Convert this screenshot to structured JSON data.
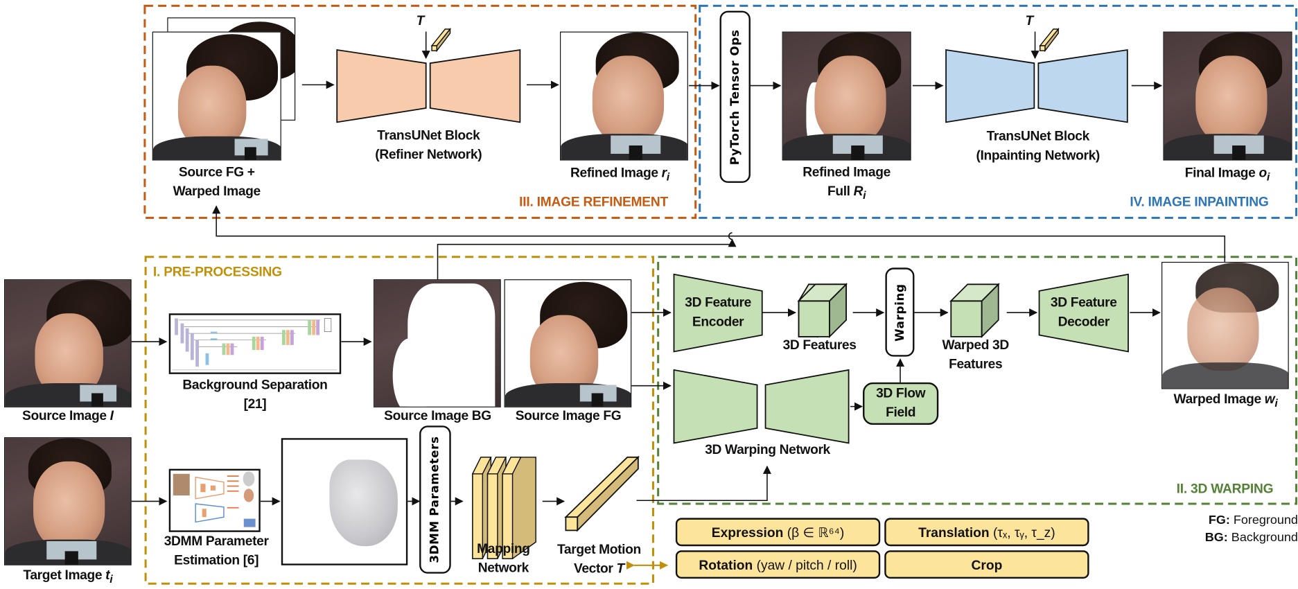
{
  "sections": {
    "preprocessing": {
      "title": "I. PRE-PROCESSING",
      "color": "#c09008"
    },
    "warping": {
      "title": "II. 3D WARPING",
      "color": "#538135"
    },
    "refinement": {
      "title": "III. IMAGE REFINEMENT",
      "color": "#c55a11"
    },
    "inpainting": {
      "title": "IV. IMAGE INPAINTING",
      "color": "#2e75b6"
    }
  },
  "nodes": {
    "source_image": {
      "label": "Source Image ",
      "var": "I"
    },
    "target_image": {
      "label": "Target Image ",
      "var": "t",
      "sub": "i"
    },
    "background_separation": {
      "line1": "Background Separation",
      "line2": "[21]"
    },
    "source_bg": {
      "label": "Source Image BG"
    },
    "source_fg": {
      "label": "Source Image FG"
    },
    "dmm_estimation": {
      "line1": "3DMM Parameter",
      "line2": "Estimation [6]"
    },
    "dmm_parameters": {
      "label": "3DMM Parameters"
    },
    "mapping_network": {
      "line1": "Mapping",
      "line2": "Network"
    },
    "target_motion": {
      "line1": "Target Motion",
      "line2": "Vector ",
      "var": "T"
    },
    "feature_encoder": {
      "line1": "3D Feature",
      "line2": "Encoder"
    },
    "features_3d": {
      "label": "3D Features"
    },
    "warping_op": {
      "label": "Warping"
    },
    "warped_features": {
      "line1": "Warped 3D",
      "line2": "Features"
    },
    "feature_decoder": {
      "line1": "3D Feature",
      "line2": "Decoder"
    },
    "warped_image": {
      "label": "Warped Image ",
      "var": "w",
      "sub": "i"
    },
    "warping_network": {
      "label": "3D Warping Network"
    },
    "flow_field": {
      "line1": "3D Flow",
      "line2": "Field"
    },
    "source_fg_warped": {
      "line1": "Source FG +",
      "line2": "Warped Image"
    },
    "refiner_block": {
      "line1": "TransUNet Block",
      "line2": "(Refiner Network)"
    },
    "refined_image": {
      "label": "Refined Image ",
      "var": "r",
      "sub": "i"
    },
    "pytorch_ops": {
      "label": "PyTorch Tensor Ops"
    },
    "refined_full": {
      "line1": "Refined Image",
      "line2": "Full ",
      "var": "R",
      "sub": "i"
    },
    "inpainting_block": {
      "line1": "TransUNet Block",
      "line2": "(Inpainting Network)"
    },
    "final_image": {
      "label": "Final Image ",
      "var": "o",
      "sub": "i"
    },
    "motion_T_top_left": {
      "label": "T"
    },
    "motion_T_top_right": {
      "label": "T"
    }
  },
  "motion_components": [
    {
      "bold": "Expression",
      "rest": " (β ∈ ℝ⁶⁴)"
    },
    {
      "bold": "Translation",
      "rest": " (τₓ, τᵧ, τ_z)"
    },
    {
      "bold": "Rotation",
      "rest": " (yaw / pitch / roll)"
    },
    {
      "bold": "Crop",
      "rest": ""
    }
  ],
  "legend": [
    {
      "key": "FG:",
      "value": " Foreground"
    },
    {
      "key": "BG:",
      "value": " Background"
    }
  ],
  "colors": {
    "refiner_fill": "#f8cbad",
    "inpainting_fill": "#bdd7ee",
    "warping_fill": "#c5e0b4",
    "motion_fill": "#fde49b"
  }
}
